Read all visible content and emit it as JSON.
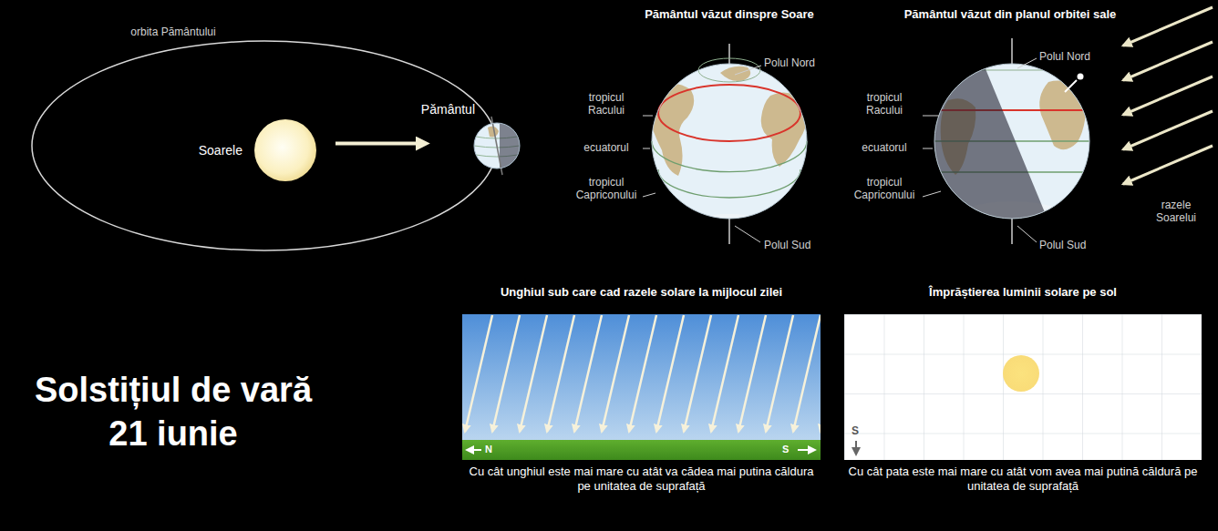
{
  "diagram": {
    "title": "Solstițiul de vară 21 iunie",
    "nodes": [
      {
        "text": [
          "Soarele"
        ]
      },
      {
        "text": [
          "Pământul"
        ]
      },
      {
        "text": [
          "Unghiul sub care cad razele solare la mijlocul zilei",
          "Cu cât unghiul este mai mare cu atât va cădea mai putina căldura pe unitatea de suprafață"
        ]
      },
      {
        "text": [
          "Împrăștierea luminii solare pe sol",
          "Cu cât pata este mai mare cu atât vom avea mai putină căldură pe unitatea de suprafață"
        ]
      }
    ],
    "edges": [
      {
        "from": 0,
        "to": 1,
        "arrow": "to"
      }
    ],
    "labels": [
      "orbita Pământului",
      "Pământul văzut dinspre Soare",
      "Polul Nord",
      "tropicul Racului",
      "ecuatorul",
      "tropicul Capriconului",
      "Polul Sud",
      "Pământul văzut din planul orbitei sale",
      "Polul Nord",
      "tropicul Racului",
      "ecuatorul",
      "tropicul Capriconului",
      "Polul Sud",
      "razele Soarelui",
      "N",
      "S",
      "S"
    ]
  }
}
